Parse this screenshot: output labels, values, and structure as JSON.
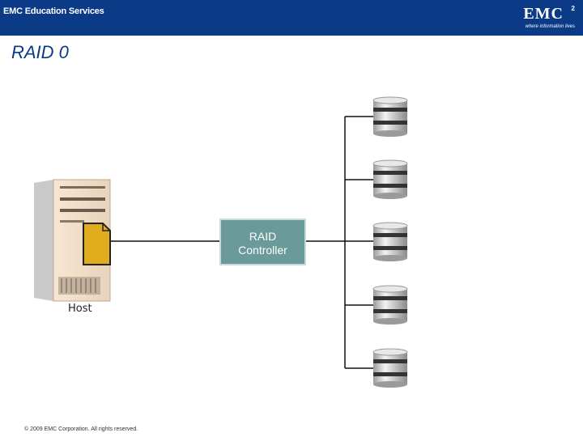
{
  "header": {
    "brand": "EMC Education Services",
    "logo_word": "EMC",
    "logo_superscript": "2",
    "logo_tagline": "where information lives"
  },
  "slide": {
    "title": "RAID 0"
  },
  "diagram": {
    "host_label": "Host",
    "controller_label_line1": "RAID",
    "controller_label_line2": "Controller",
    "disk_count": 5
  },
  "footer": {
    "copyright": "© 2009 EMC Corporation. All rights reserved."
  },
  "colors": {
    "banner": "#0b3a87",
    "controller": "#6a9a99",
    "file": "#e1ab1e"
  }
}
